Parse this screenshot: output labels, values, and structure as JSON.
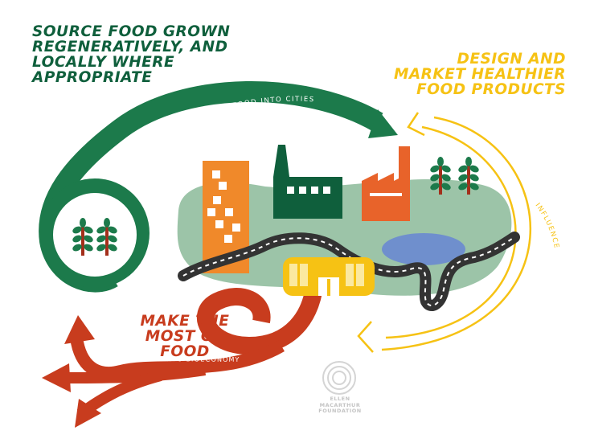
{
  "headings": {
    "source_food": "SOURCE FOOD GROWN REGENERATIVELY, AND LOCALLY WHERE APPROPRIATE",
    "design_market": "DESIGN AND MARKET HEALTHIER FOOD PRODUCTS",
    "make_most": "MAKE THE MOST OF FOOD"
  },
  "arrow_labels": {
    "food_into_cities": "FOOD INTO CITIES",
    "influence": "INFLUENCE",
    "by_products": "BY-PRODUCTS INTO BIOECONOMY"
  },
  "brand": {
    "line1": "ELLEN",
    "line2": "MACARTHUR",
    "line3": "FOUNDATION"
  },
  "colors": {
    "green": "#1c7a4b",
    "dark_green": "#0f5f3c",
    "yellow": "#f6c214",
    "red": "#c83c1e",
    "orange": "#f0892a",
    "light_green": "#9cc4a8",
    "lake": "#6f8fcd",
    "road": "#3a3a3a"
  }
}
